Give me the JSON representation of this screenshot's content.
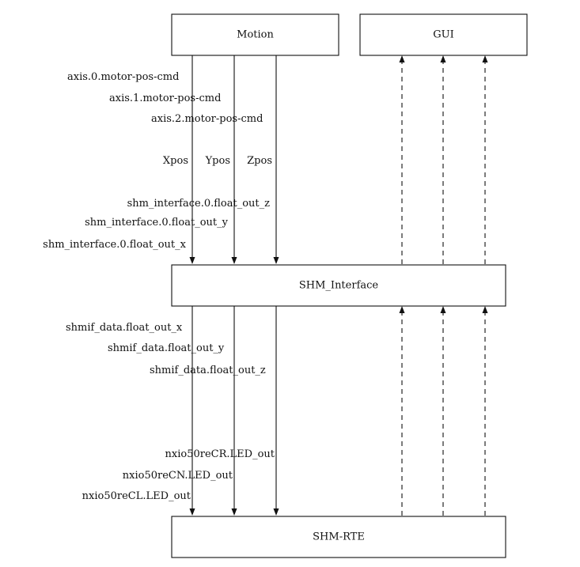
{
  "boxes": {
    "motion": "Motion",
    "gui": "GUI",
    "shm_interface": "SHM_Interface",
    "shm_rte": "SHM-RTE"
  },
  "motion_outputs": [
    "axis.0.motor-pos-cmd",
    "axis.1.motor-pos-cmd",
    "axis.2.motor-pos-cmd"
  ],
  "signals": [
    "Xpos",
    "Ypos",
    "Zpos"
  ],
  "shm_interface_inputs": [
    "shm_interface.0.float_out_z",
    "shm_interface.0.float_out_y",
    "shm_interface.0.float_out_x"
  ],
  "shm_interface_outputs": [
    "shmif_data.float_out_x",
    "shmif_data.float_out_y",
    "shmif_data.float_out_z"
  ],
  "shm_rte_inputs": [
    "nxio50reCR.LED_out",
    "nxio50reCN.LED_out",
    "nxio50reCL.LED_out"
  ]
}
